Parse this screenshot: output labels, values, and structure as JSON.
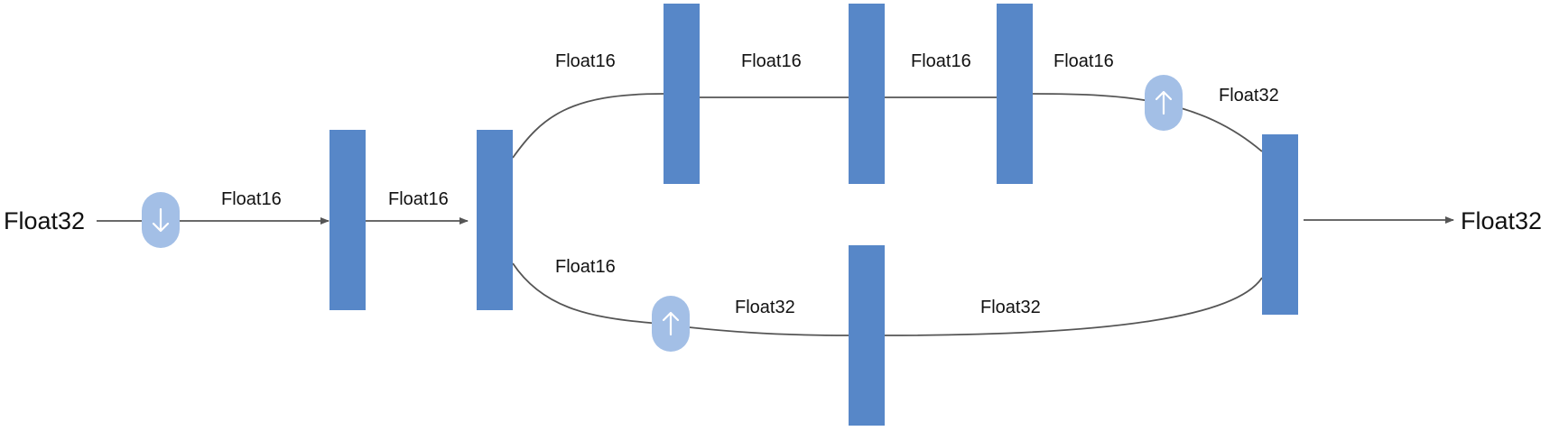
{
  "input_label": "Float32",
  "output_label": "Float32",
  "edge_labels": {
    "input_to_layer1": "Float16",
    "layer1_to_layer2": "Float16",
    "top_branch_start": "Float16",
    "top_mid_1": "Float16",
    "top_mid_2": "Float16",
    "top_mid_3": "Float16",
    "top_branch_end": "Float32",
    "bottom_branch_start": "Float16",
    "bottom_mid": "Float32",
    "bottom_branch_end": "Float32"
  },
  "icons": {
    "downcast": "arrow-down-icon",
    "upcast": "arrow-up-icon"
  },
  "colors": {
    "layer": "#5787c8",
    "cast_pill": "#a3bfe6",
    "edge": "#555555"
  }
}
